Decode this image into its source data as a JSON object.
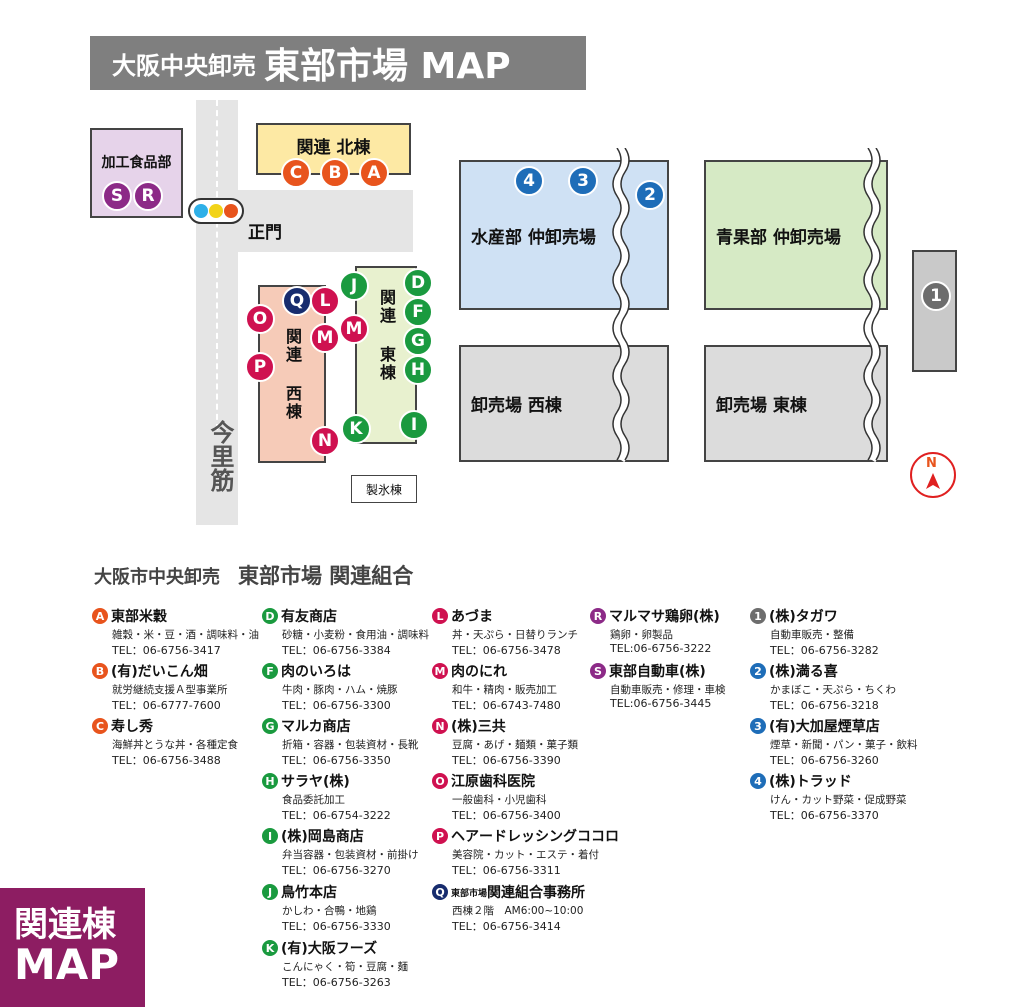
{
  "header": {
    "title_small": "大阪中央卸売",
    "title_big": "東部市場 MAP"
  },
  "map": {
    "street_label": "今里筋",
    "gate_label": "正門",
    "north_label": "N",
    "buildings": {
      "kako": "加工食品部",
      "north": "関連 北棟",
      "east": "関連 東棟",
      "west": "関連 西棟",
      "ice": "製氷棟",
      "suisan": "水産部 仲卸売場",
      "seika": "青果部 仲卸売場",
      "oroshi_west": "卸売場 西棟",
      "oroshi_east": "卸売場 東棟"
    },
    "markers": {
      "S": "S",
      "R": "R",
      "A": "A",
      "B": "B",
      "C": "C",
      "D": "D",
      "F": "F",
      "G": "G",
      "H": "H",
      "I": "I",
      "J": "J",
      "K": "K",
      "L": "L",
      "M": "M",
      "M2": "M",
      "N": "N",
      "O": "O",
      "P": "P",
      "Q": "Q",
      "n1": "1",
      "n2": "2",
      "n3": "3",
      "n4": "4"
    }
  },
  "directory": {
    "title": "大阪市中央卸売",
    "title_big": "東部市場 関連組合",
    "entries": {
      "A": {
        "badge": "A",
        "name": "東部米穀",
        "desc": "雑穀・米・豆・酒・調味料・油",
        "tel": "TEL：06-6756-3417"
      },
      "B": {
        "badge": "B",
        "name": "(有)だいこん畑",
        "desc": "就労継続支援Ａ型事業所",
        "tel": "TEL：06-6777-7600"
      },
      "C": {
        "badge": "C",
        "name": "寿し秀",
        "desc": "海鮮丼とうな丼・各種定食",
        "tel": "TEL：06-6756-3488"
      },
      "D": {
        "badge": "D",
        "name": "有友商店",
        "desc": "砂糖・小麦粉・食用油・調味料",
        "tel": "TEL：06-6756-3384"
      },
      "F": {
        "badge": "F",
        "name": "肉のいろは",
        "desc": "牛肉・豚肉・ハム・焼豚",
        "tel": "TEL：06-6756-3300"
      },
      "G": {
        "badge": "G",
        "name": "マルカ商店",
        "desc": "折箱・容器・包装資材・長靴",
        "tel": "TEL：06-6756-3350"
      },
      "H": {
        "badge": "H",
        "name": "サラヤ(株)",
        "desc": "食品委託加工",
        "tel": "TEL：06-6754-3222"
      },
      "I": {
        "badge": "I",
        "name": "(株)岡島商店",
        "desc": "弁当容器・包装資材・前掛け",
        "tel": "TEL：06-6756-3270"
      },
      "J": {
        "badge": "J",
        "name": "鳥竹本店",
        "desc": "かしわ・合鴨・地鶏",
        "tel": "TEL：06-6756-3330"
      },
      "K": {
        "badge": "K",
        "name": "(有)大阪フーズ",
        "desc": "こんにゃく・筍・豆腐・麺",
        "tel": "TEL：06-6756-3263"
      },
      "L": {
        "badge": "L",
        "name": "あづま",
        "desc": "丼・天ぷら・日替りランチ",
        "tel": "TEL：06-6756-3478"
      },
      "M": {
        "badge": "M",
        "name": "肉のにれ",
        "desc": "和牛・精肉・販売加工",
        "tel": "TEL：06-6743-7480"
      },
      "N": {
        "badge": "N",
        "name": "(株)三共",
        "desc": "豆腐・あげ・麺類・菓子類",
        "tel": "TEL：06-6756-3390"
      },
      "O": {
        "badge": "O",
        "name": "江原歯科医院",
        "desc": "一般歯科・小児歯科",
        "tel": "TEL：06-6756-3400"
      },
      "P": {
        "badge": "P",
        "name": "ヘアードレッシングココロ",
        "desc": "美容院・カット・エステ・着付",
        "tel": "TEL：06-6756-3311"
      },
      "Q": {
        "badge": "Q",
        "name_prefix": "東部市場",
        "name": "関連組合事務所",
        "desc": "西棟２階　AM6:00~10:00",
        "tel": "TEL：06-6756-3414"
      },
      "R": {
        "badge": "R",
        "name": "マルマサ鶏卵(株)",
        "desc": "鶏卵・卵製品",
        "tel": "TEL:06-6756-3222"
      },
      "S": {
        "badge": "S",
        "name": "東部自動車(株)",
        "desc": "自動車販売・修理・車検",
        "tel": "TEL:06-6756-3445"
      },
      "n1": {
        "badge": "1",
        "name": "(株)タガワ",
        "desc": "自動車販売・整備",
        "tel": "TEL：06-6756-3282"
      },
      "n2": {
        "badge": "2",
        "name": "(株)満る喜",
        "desc": "かまぼこ・天ぷら・ちくわ",
        "tel": "TEL：06-6756-3218"
      },
      "n3": {
        "badge": "3",
        "name": "(有)大加屋煙草店",
        "desc": "煙草・新聞・パン・菓子・飲料",
        "tel": "TEL：06-6756-3260"
      },
      "n4": {
        "badge": "4",
        "name": "(株)トラッド",
        "desc": "けん・カット野菜・促成野菜",
        "tel": "TEL：06-6756-3370"
      }
    }
  },
  "corner": {
    "line1": "関連棟",
    "line2": "MAP"
  },
  "colors": {
    "orange": "#e8541d",
    "green": "#1a9a3f",
    "red": "#cf1150",
    "purple": "#8c2a87",
    "navy": "#172c6e",
    "blue": "#1e6db8",
    "gray": "#6d6d6d",
    "corner": "#8d1d62"
  }
}
